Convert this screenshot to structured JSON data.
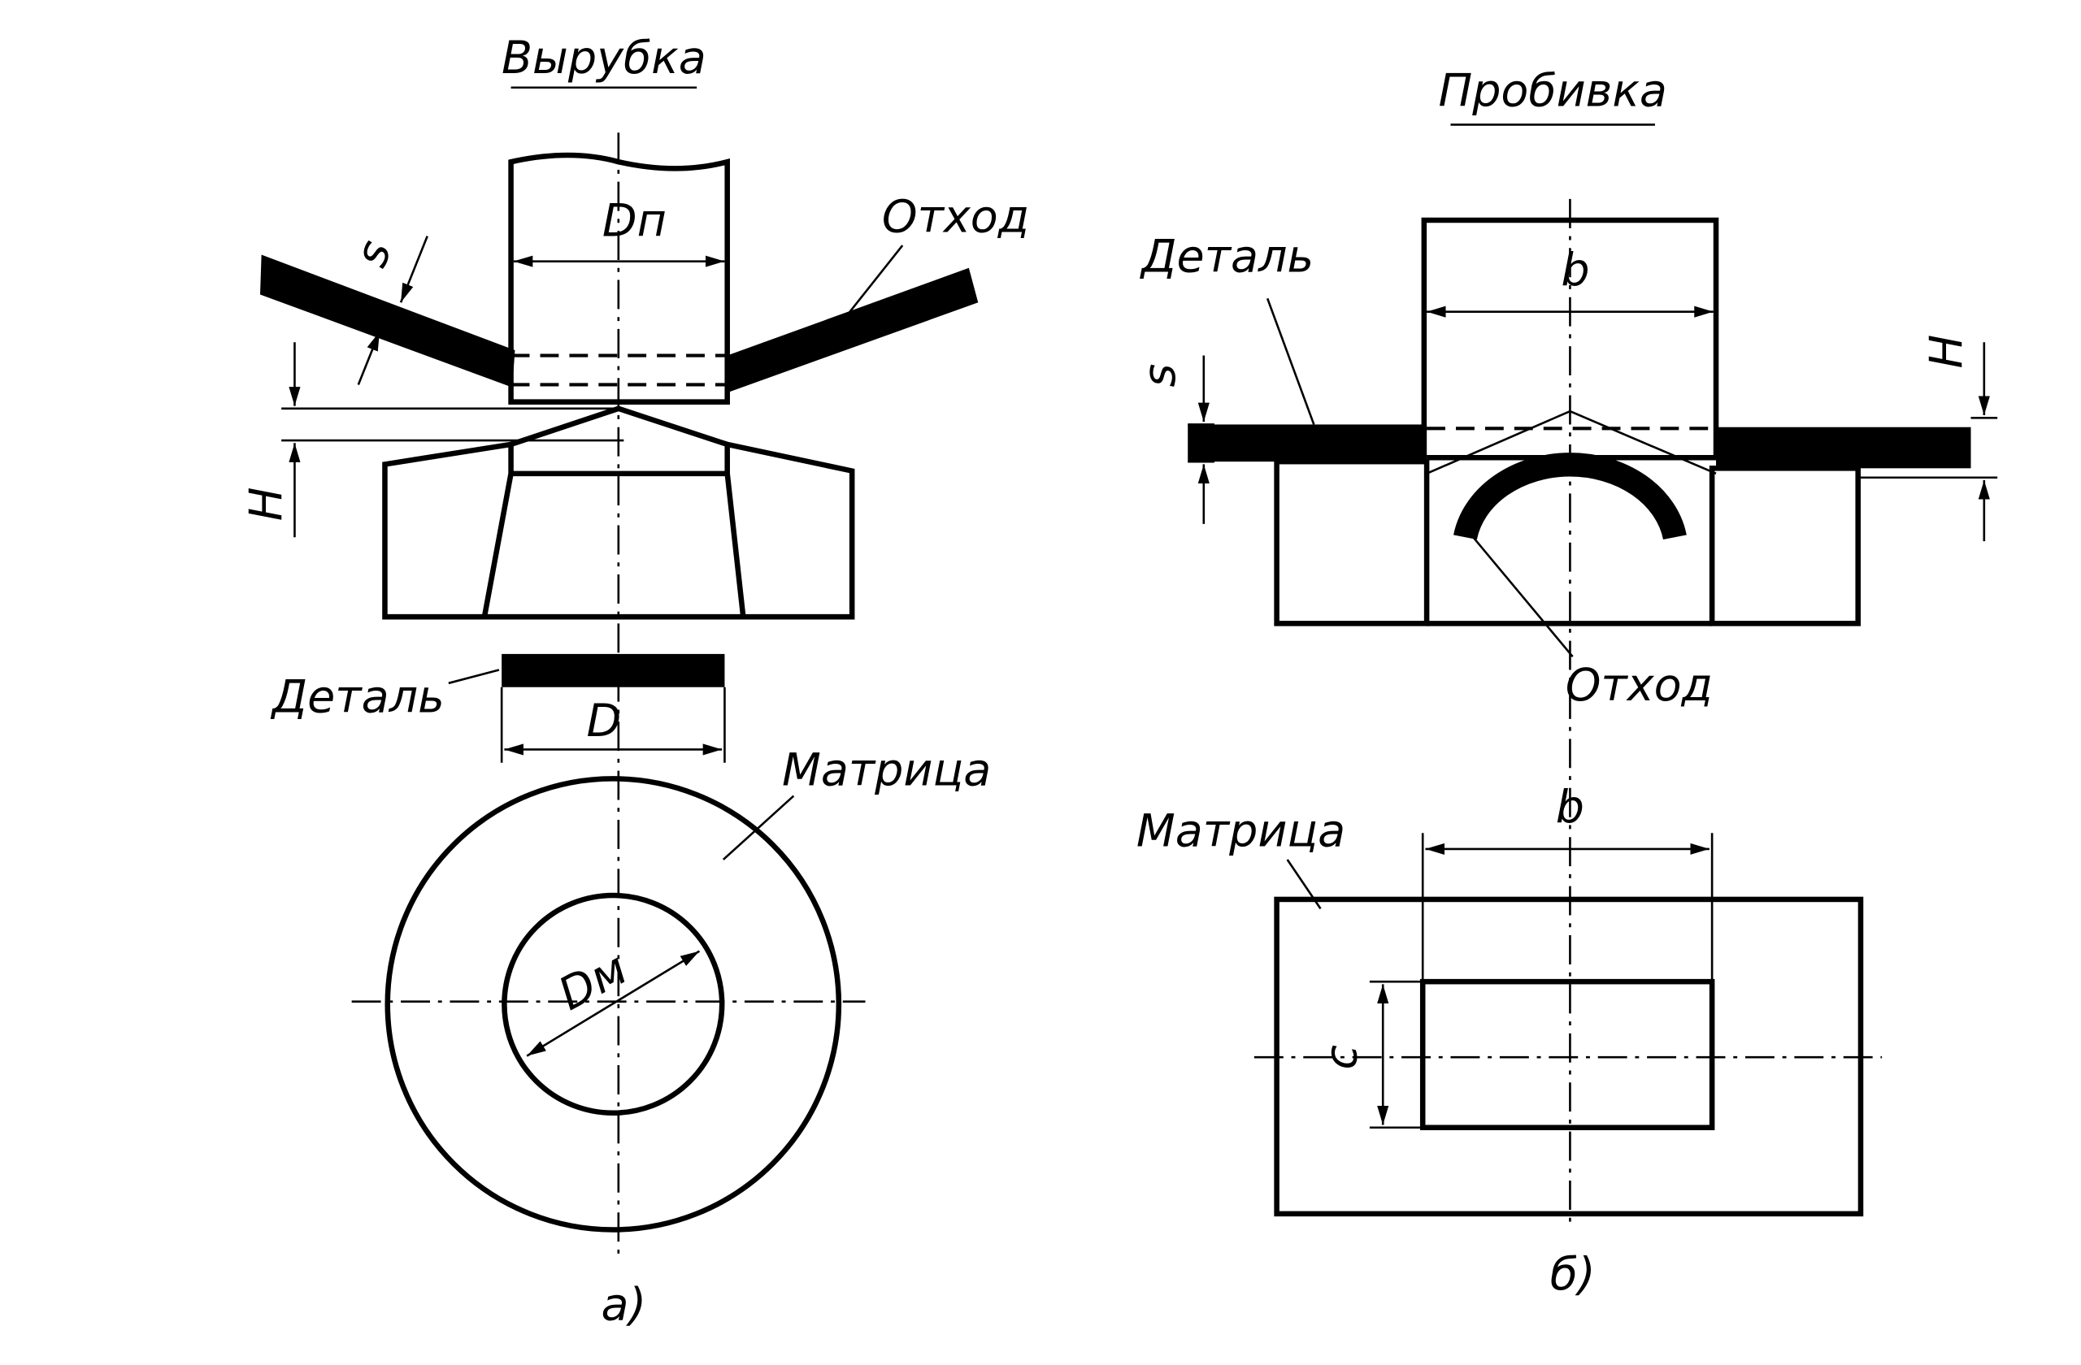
{
  "left": {
    "title": "Вырубка",
    "punch_dim": "Dп",
    "waste_label": "Отход",
    "thickness_label": "s",
    "gap_label": "H",
    "part_label": "Деталь",
    "part_dim": "D",
    "die_label": "Матрица",
    "die_dim": "Dм",
    "caption": "а)"
  },
  "right": {
    "title": "Пробивка",
    "part_label": "Деталь",
    "punch_dim": "b",
    "thickness_label": "s",
    "gap_label": "H",
    "waste_label": "Отход",
    "die_label": "Матрица",
    "die_width_dim": "b",
    "die_height_dim": "c",
    "caption": "б)"
  }
}
